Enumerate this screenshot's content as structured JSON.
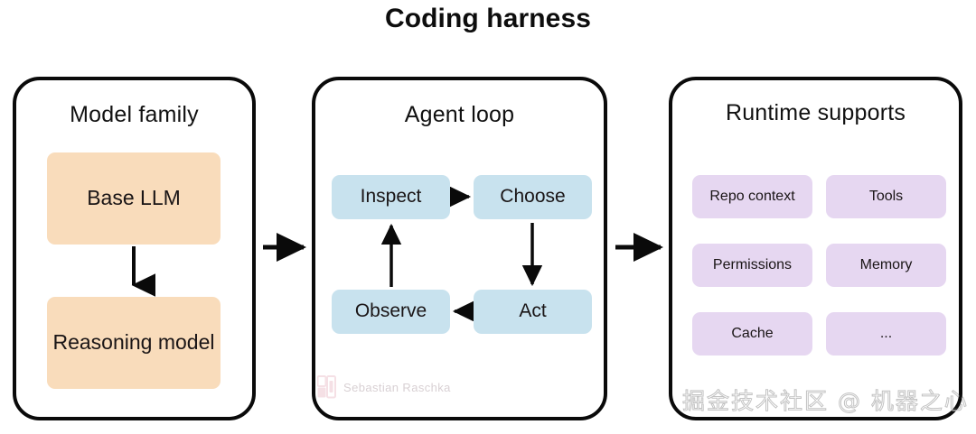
{
  "title": "Coding harness",
  "colors": {
    "background": "#ffffff",
    "panel_border": "#0a0a0a",
    "text": "#111111",
    "model_node": "#f9dcbb",
    "loop_node": "#c8e2ee",
    "runtime_node": "#e6d7f1",
    "arrow": "#0a0a0a",
    "watermark_text": "#b9aab0"
  },
  "panels": [
    {
      "id": "model-family",
      "title": "Model family",
      "nodes": [
        {
          "id": "base-llm",
          "label": "Base LLM"
        },
        {
          "id": "reasoning-model",
          "label": "Reasoning model"
        }
      ]
    },
    {
      "id": "agent-loop",
      "title": "Agent loop",
      "nodes": [
        {
          "id": "inspect",
          "label": "Inspect"
        },
        {
          "id": "choose",
          "label": "Choose"
        },
        {
          "id": "observe",
          "label": "Observe"
        },
        {
          "id": "act",
          "label": "Act"
        }
      ]
    },
    {
      "id": "runtime-supports",
      "title": "Runtime supports",
      "nodes": [
        {
          "id": "repo-context",
          "label": "Repo context"
        },
        {
          "id": "tools",
          "label": "Tools"
        },
        {
          "id": "permissions",
          "label": "Permissions"
        },
        {
          "id": "memory",
          "label": "Memory"
        },
        {
          "id": "cache",
          "label": "Cache"
        },
        {
          "id": "ellipsis",
          "label": "..."
        }
      ]
    }
  ],
  "connectors": [
    {
      "id": "model-to-loop",
      "from": "model-family",
      "to": "agent-loop",
      "direction": "right"
    },
    {
      "id": "loop-to-runtime",
      "from": "agent-loop",
      "to": "runtime-supports",
      "direction": "right"
    },
    {
      "id": "base-llm-to-reasoning",
      "from": "base-llm",
      "to": "reasoning-model",
      "direction": "down"
    },
    {
      "id": "inspect-to-choose",
      "from": "inspect",
      "to": "choose",
      "direction": "right"
    },
    {
      "id": "choose-to-act",
      "from": "choose",
      "to": "act",
      "direction": "down"
    },
    {
      "id": "act-to-observe",
      "from": "act",
      "to": "observe",
      "direction": "left"
    },
    {
      "id": "observe-to-inspect",
      "from": "observe",
      "to": "inspect",
      "direction": "up"
    }
  ],
  "watermarks": {
    "author": "Sebastian Raschka",
    "community": "掘金技术社区 @ 机器之心"
  }
}
